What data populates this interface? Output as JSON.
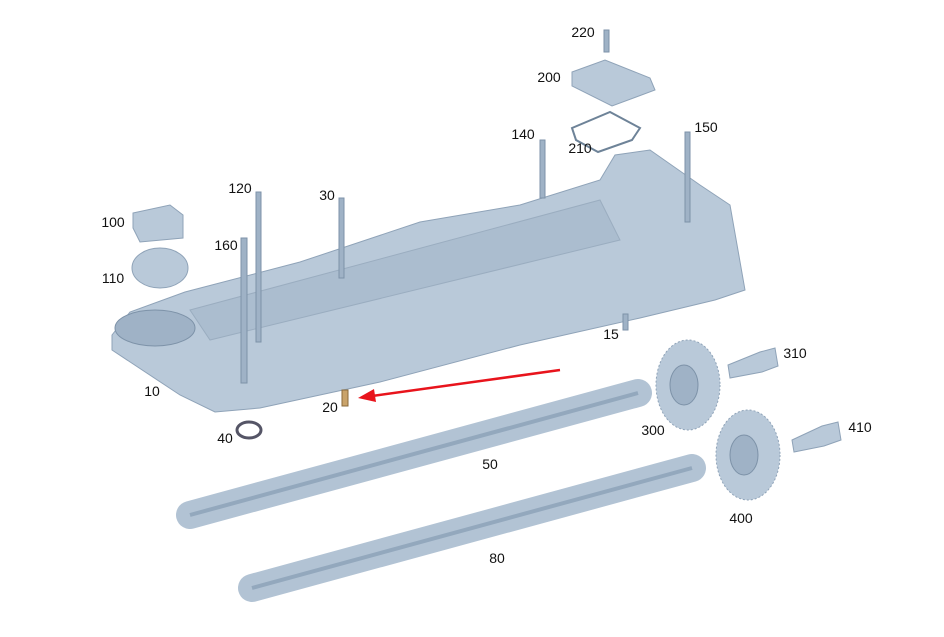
{
  "diagram": {
    "accent_color": "#e8141c",
    "part_color": "#b9c9d9",
    "callouts": {
      "p220": "220",
      "p200": "200",
      "p210": "210",
      "p140": "140",
      "p150": "150",
      "p120": "120",
      "p30": "30",
      "p100": "100",
      "p160": "160",
      "p110": "110",
      "p15": "15",
      "p310": "310",
      "p10": "10",
      "p20": "20",
      "p300": "300",
      "p410": "410",
      "p40": "40",
      "p50": "50",
      "p400": "400",
      "p80": "80"
    }
  }
}
